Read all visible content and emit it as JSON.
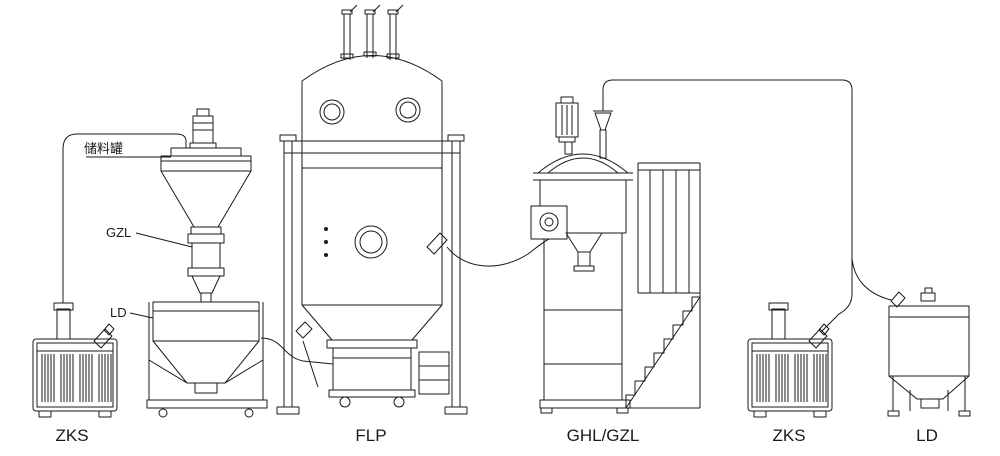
{
  "page": {
    "background": "#ffffff",
    "line_color": "#1a1a1a"
  },
  "callouts": {
    "storage_tank": "储料罐",
    "gzl": "GZL",
    "ld": "LD"
  },
  "labels": {
    "zks_left": "ZKS",
    "flp": "FLP",
    "ghl_gzl": "GHL/GZL",
    "zks_right": "ZKS",
    "ld_right": "LD"
  }
}
